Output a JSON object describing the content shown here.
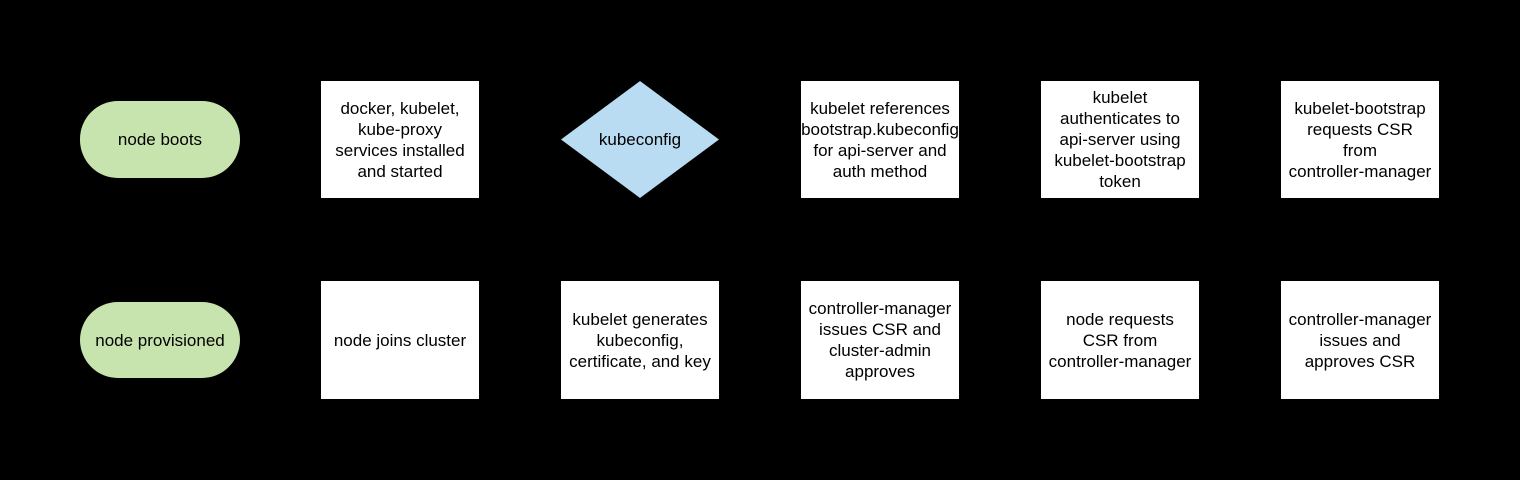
{
  "palette": {
    "canvas_background": "#000000",
    "process_fill": "#ffffff",
    "terminator_fill": "#c8e4ae",
    "decision_fill": "#badcf3",
    "text_color": "#000000"
  },
  "nodes": {
    "node_boots": {
      "type": "terminator",
      "label": "node boots"
    },
    "services_installed": {
      "type": "process",
      "label": "docker, kubelet,\nkube-proxy\nservices installed\nand started"
    },
    "kubeconfig_decision": {
      "type": "decision",
      "label": "kubeconfig"
    },
    "kubelet_references": {
      "type": "process",
      "label": "kubelet references\nbootstrap.kubeconfig\nfor api-server and\nauth method"
    },
    "kubelet_authenticates": {
      "type": "process",
      "label": "kubelet\nauthenticates to\napi-server using\nkubelet-bootstrap\ntoken"
    },
    "bootstrap_requests_csr": {
      "type": "process",
      "label": "kubelet-bootstrap\nrequests CSR\nfrom\ncontroller-manager"
    },
    "node_provisioned": {
      "type": "terminator",
      "label": "node provisioned"
    },
    "node_joins_cluster": {
      "type": "process",
      "label": "node joins cluster"
    },
    "kubelet_generates": {
      "type": "process",
      "label": "kubelet generates\nkubeconfig,\ncertificate, and key"
    },
    "cm_issues_admin_approves": {
      "type": "process",
      "label": "controller-manager\nissues CSR and\ncluster-admin\napproves"
    },
    "node_requests_csr": {
      "type": "process",
      "label": "node requests\nCSR from\ncontroller-manager"
    },
    "cm_issues_and_approves": {
      "type": "process",
      "label": "controller-manager\nissues and\napproves CSR"
    }
  }
}
